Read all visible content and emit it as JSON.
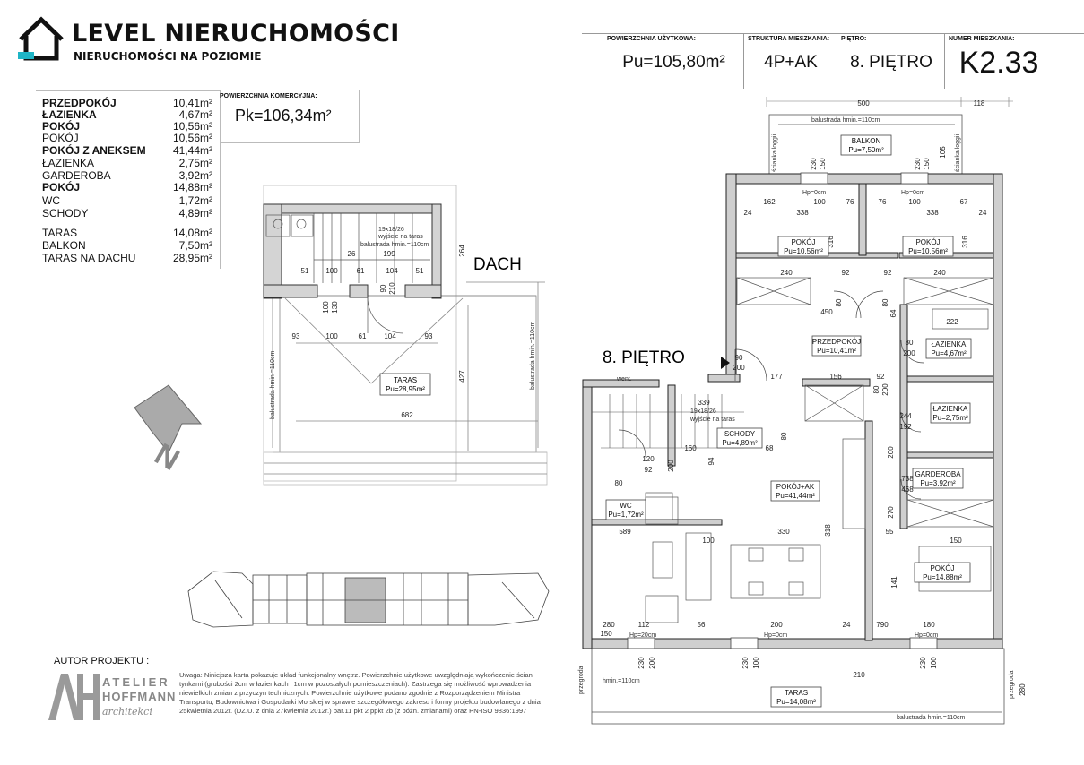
{
  "brand": {
    "name": "LEVEL NIERUCHOMOŚCI",
    "tagline": "NIERUCHOMOŚCI NA POZIOMIE",
    "logo_icon": "house-outline-icon",
    "accent_color": "#1fb5c6"
  },
  "header": [
    {
      "caption": "POWIERZCHNIA UŻYTKOWA:",
      "value": "Pu=105,80m²"
    },
    {
      "caption": "STRUKTURA MIESZKANIA:",
      "value": "4P+AK"
    },
    {
      "caption": "PIĘTRO:",
      "value": "8. PIĘTRO"
    },
    {
      "caption": "NUMER MIESZKANIA:",
      "value": "K2.33"
    }
  ],
  "commercial": {
    "caption": "POWIERZCHNIA KOMERCYJNA:",
    "value": "Pk=106,34m²"
  },
  "rooms": [
    {
      "name": "PRZEDPOKÓJ",
      "area": "10,41m²"
    },
    {
      "name": "ŁAZIENKA",
      "area": "4,67m²"
    },
    {
      "name": "POKÓJ",
      "area": "10,56m²"
    },
    {
      "name": "POKÓJ",
      "area": "10,56m²"
    },
    {
      "name": "POKÓJ Z ANEKSEM",
      "area": "41,44m²"
    },
    {
      "name": "ŁAZIENKA",
      "area": "2,75m²"
    },
    {
      "name": "GARDEROBA",
      "area": "3,92m²"
    },
    {
      "name": "POKÓJ",
      "area": "14,88m²"
    },
    {
      "name": "WC",
      "area": "1,72m²"
    },
    {
      "name": "SCHODY",
      "area": "4,89m²"
    },
    {
      "name": "TARAS",
      "area": "14,08m²"
    },
    {
      "name": "BALKON",
      "area": "7,50m²"
    },
    {
      "name": "TARAS NA DACHU",
      "area": "28,95m²"
    }
  ],
  "roof_plan": {
    "dach_label": "DACH",
    "taras_name": "TARAS",
    "taras_area": "Pu=28,95m²",
    "stair_note": "19x18/26",
    "exit_note": "wyjście na taras",
    "balustrade_note": "balustrada hmin.=110cm",
    "balustrade_h": "balustrada hmin.=110cm",
    "dims": [
      "93",
      "100",
      "61",
      "104",
      "93",
      "682",
      "427",
      "51",
      "100",
      "61",
      "104",
      "51",
      "26",
      "199",
      "100",
      "130",
      "90",
      "210",
      "264"
    ]
  },
  "floor_label": "8. PIĘTRO",
  "floor_rooms": [
    {
      "name": "BALKON",
      "area": "Pu=7,50m²"
    },
    {
      "name": "POKÓJ",
      "area": "Pu=10,56m²"
    },
    {
      "name": "POKÓJ",
      "area": "Pu=10,56m²"
    },
    {
      "name": "PRZEDPOKÓJ",
      "area": "Pu=10,41m²"
    },
    {
      "name": "ŁAZIENKA",
      "area": "Pu=4,67m²"
    },
    {
      "name": "ŁAZIENKA",
      "area": "Pu=2,75m²"
    },
    {
      "name": "SCHODY",
      "area": "Pu=4,89m²"
    },
    {
      "name": "GARDEROBA",
      "area": "Pu=3,92m²"
    },
    {
      "name": "POKÓJ+AK",
      "area": "Pu=41,44m²"
    },
    {
      "name": "WC",
      "area": "Pu=1,72m²"
    },
    {
      "name": "POKÓJ",
      "area": "Pu=14,88m²"
    },
    {
      "name": "TARAS",
      "area": "Pu=14,08m²"
    }
  ],
  "floor_notes": {
    "balustrade_top": "balustrada hmin.=110cm",
    "balustrade_bottom": "balustrada hmin.=110cm",
    "hmin": "hmin.=110cm",
    "went": "went.",
    "hp_0": "Hp=0cm",
    "hp_20": "Hp=20cm",
    "scianka": "ścianka loggii",
    "przegroda": "przegroda",
    "wyjscie": "wyjście na taras"
  },
  "floor_dims": [
    "500",
    "118",
    "162",
    "100",
    "76",
    "76",
    "100",
    "67",
    "24",
    "338",
    "338",
    "24",
    "316",
    "316",
    "240",
    "92",
    "92",
    "240",
    "450",
    "80",
    "80",
    "64",
    "222",
    "90",
    "200",
    "177",
    "156",
    "92",
    "80",
    "200",
    "80",
    "200",
    "244",
    "192",
    "160",
    "68",
    "94",
    "80",
    "200",
    "120",
    "92",
    "80",
    "200",
    "270",
    "738",
    "468",
    "589",
    "100",
    "330",
    "318",
    "55",
    "150",
    "141",
    "280",
    "112",
    "56",
    "200",
    "24",
    "790",
    "180",
    "150",
    "210",
    "280",
    "230",
    "200",
    "230",
    "100",
    "230",
    "100",
    "230",
    "150",
    "339",
    "105"
  ],
  "author": {
    "label": "AUTOR PROJEKTU :",
    "firm_line1": "ATELIER",
    "firm_line2": "HOFFMANN",
    "firm_line3": "architekci"
  },
  "note": "Uwaga: Niniejsza karta pokazuje układ funkcjonalny wnętrz. Powierzchnie użytkowe uwzględniają wykończenie ścian tynkami (grubości 2cm w łazienkach i 1cm w pozostałych pomieszczeniach). Zastrzega się możliwość wprowadzenia niewielkich zmian z przyczyn technicznych. Powierzchnie użytkowe podano zgodnie z Rozporządzeniem Ministra Transportu, Budownictwa i Gospodarki Morskiej w sprawie szczegółowego zakresu i formy projektu budowlanego z dnia 25kwietnia 2012r. (DZ.U. z dnia 27kwietnia 2012r.) par.11 pkt 2 ppkt 2b (z późn. zmianami) oraz PN-ISO 9836:1997",
  "north_label": "N"
}
